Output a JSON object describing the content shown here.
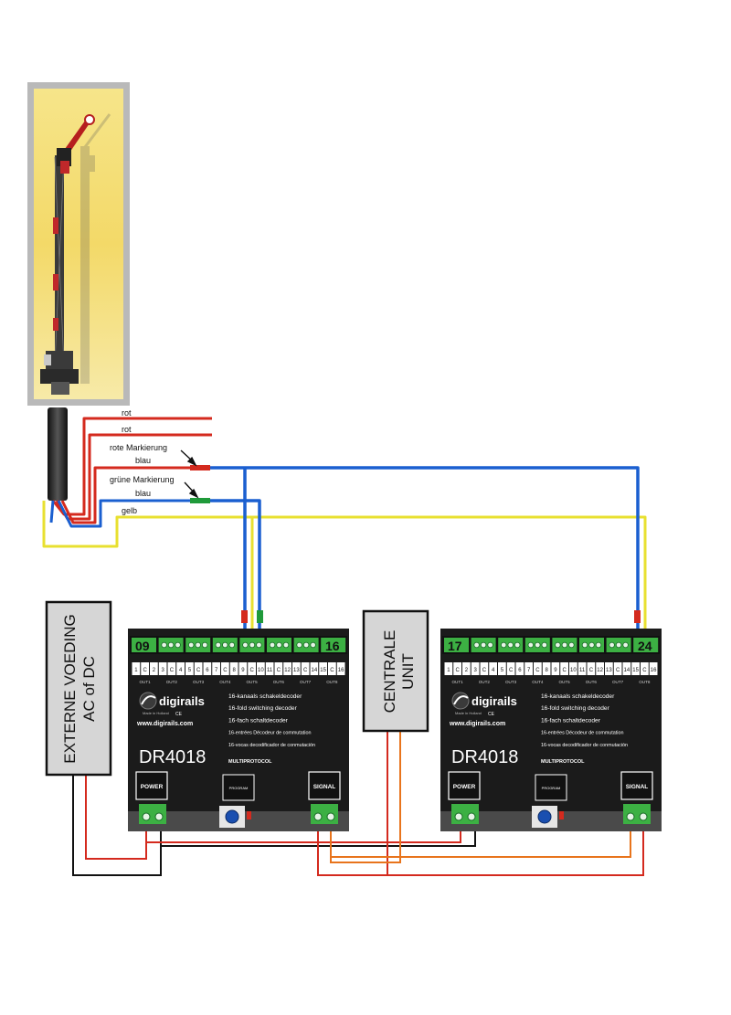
{
  "wires": {
    "rot_1": "rot",
    "rot_2": "rot",
    "rote_markierung": "rote Markierung",
    "blau_1": "blau",
    "gruene_markierung": "grüne Markierung",
    "blau_2": "blau",
    "gelb": "gelb"
  },
  "externe_voeding": {
    "line1": "EXTERNE VOEDING",
    "line2": "AC of DC"
  },
  "centrale_unit": {
    "line1": "CENTRALE",
    "line2": "UNIT"
  },
  "decoders": [
    {
      "first_number": "09",
      "last_number": "16",
      "brand": "digirails",
      "made_in": "Made in Holland",
      "url": "www.digirails.com",
      "model": "DR4018",
      "multiprotocol": "MULTIPROTOCOL",
      "desc": [
        "16-kanaals schakeldecoder",
        "16-fold switching decoder",
        "16-fach schaltdecoder",
        "16-entrées Décodeur de commutation",
        "16-vocas decodificador de conmutación"
      ],
      "power": "POWER",
      "program": "PROGRAM",
      "signal": "SIGNAL"
    },
    {
      "first_number": "17",
      "last_number": "24",
      "brand": "digirails",
      "made_in": "Made in Holland",
      "url": "www.digirails.com",
      "model": "DR4018",
      "multiprotocol": "MULTIPROTOCOL",
      "desc": [
        "16-kanaals schakeldecoder",
        "16-fold switching decoder",
        "16-fach schaltdecoder",
        "16-entrées Décodeur de commutation",
        "16-vocas decodificador de conmutación"
      ],
      "power": "POWER",
      "program": "PROGRAM",
      "signal": "SIGNAL"
    }
  ],
  "terminal_labels": [
    "1",
    "C",
    "2",
    "3",
    "C",
    "4",
    "5",
    "C",
    "6",
    "7",
    "C",
    "8",
    "9",
    "C",
    "10",
    "11",
    "C",
    "12",
    "13",
    "C",
    "14",
    "15",
    "C",
    "16"
  ],
  "out_labels": [
    "OUT1",
    "OUT2",
    "OUT3",
    "OUT4",
    "OUT5",
    "OUT6",
    "OUT7",
    "OUT8"
  ],
  "colors": {
    "red": "#d42a1e",
    "blue": "#1a5fd0",
    "yellow": "#e8e030",
    "green": "#1f9a3a",
    "orange": "#e8741c",
    "black": "#111111",
    "decoder_body": "#1b1b1b",
    "terminal_green": "#3cb043"
  }
}
